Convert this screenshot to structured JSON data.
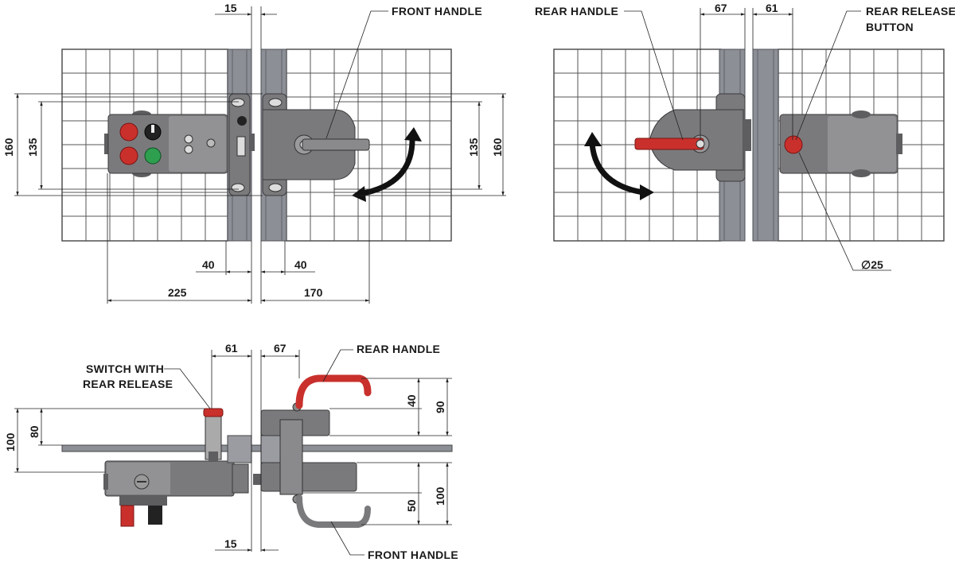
{
  "views": {
    "top_front": {
      "labels": {
        "front_handle": "FRONT HANDLE"
      },
      "dimensions": {
        "gap_top": "15",
        "h160_left": "160",
        "h135_left": "135",
        "h135_right": "135",
        "h160_right": "160",
        "d40_left": "40",
        "d40_right": "40",
        "d225": "225",
        "d170": "170"
      }
    },
    "top_rear": {
      "labels": {
        "rear_handle": "REAR HANDLE",
        "rear_release_line1": "REAR RELEASE",
        "rear_release_line2": "BUTTON"
      },
      "dimensions": {
        "d67": "67",
        "d61": "61",
        "dia25": "∅25"
      }
    },
    "side": {
      "labels": {
        "switch_line1": "SWITCH WITH",
        "switch_line2": "REAR RELEASE",
        "rear_handle": "REAR HANDLE",
        "front_handle": "FRONT HANDLE"
      },
      "dimensions": {
        "d61": "61",
        "d67": "67",
        "d40": "40",
        "d90": "90",
        "d100_left": "100",
        "d80": "80",
        "d50": "50",
        "d100_right": "100",
        "d15": "15"
      }
    }
  },
  "colors": {
    "housing": "#7a7a7d",
    "handle_red": "#c9302c",
    "button_green": "#2e9e4f",
    "post": "#8d8f96"
  }
}
